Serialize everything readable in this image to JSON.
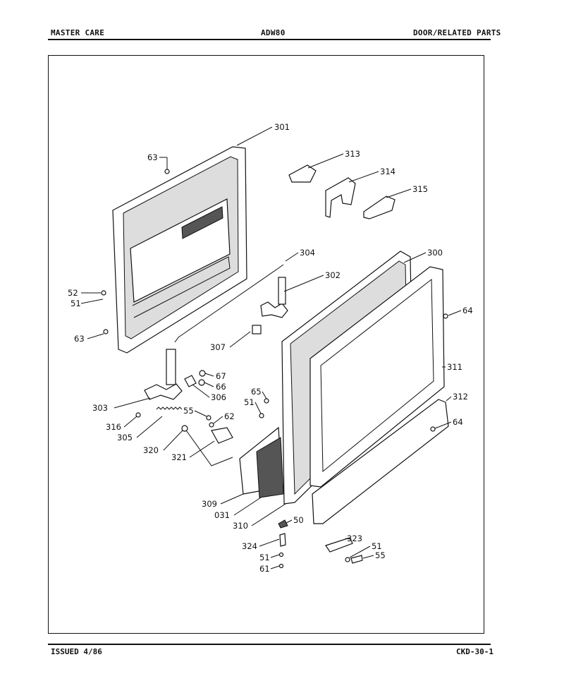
{
  "header": {
    "left": "MASTER CARE",
    "center": "ADW80",
    "right": "DOOR/RELATED PARTS"
  },
  "footer": {
    "left": "ISSUED 4/86",
    "right": "CKD-30-1"
  },
  "callouts": [
    "301",
    "63",
    "313",
    "314",
    "315",
    "304",
    "302",
    "300",
    "52",
    "51",
    "63",
    "64",
    "307",
    "67",
    "66",
    "306",
    "311",
    "303",
    "65",
    "51",
    "55",
    "62",
    "312",
    "64",
    "316",
    "305",
    "320",
    "321",
    "309",
    "031",
    "310",
    "50",
    "323",
    "324",
    "51",
    "55",
    "51",
    "61"
  ]
}
